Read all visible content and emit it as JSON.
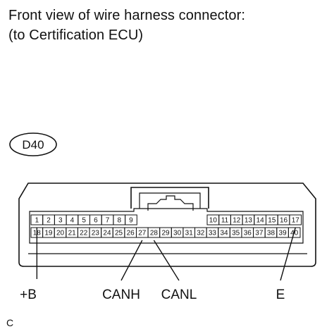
{
  "title": {
    "line1": "Front view of wire harness connector:",
    "line2": "(to Certification ECU)"
  },
  "connector": {
    "code": "D40",
    "top_row_left": [
      "1",
      "2",
      "3",
      "4",
      "5",
      "6",
      "7",
      "8",
      "9"
    ],
    "top_row_right": [
      "10",
      "11",
      "12",
      "13",
      "14",
      "15",
      "16",
      "17"
    ],
    "bottom_row": [
      "18",
      "19",
      "20",
      "21",
      "22",
      "23",
      "24",
      "25",
      "26",
      "27",
      "28",
      "29",
      "30",
      "31",
      "32",
      "33",
      "34",
      "35",
      "36",
      "37",
      "38",
      "39",
      "40"
    ]
  },
  "signals": [
    {
      "label": "+B",
      "pin": "1"
    },
    {
      "label": "CANH",
      "pin": "27"
    },
    {
      "label": "CANL",
      "pin": "28"
    },
    {
      "label": "E",
      "pin": "17"
    }
  ],
  "footer": "C",
  "colors": {
    "line": "#111111",
    "background": "#ffffff"
  }
}
